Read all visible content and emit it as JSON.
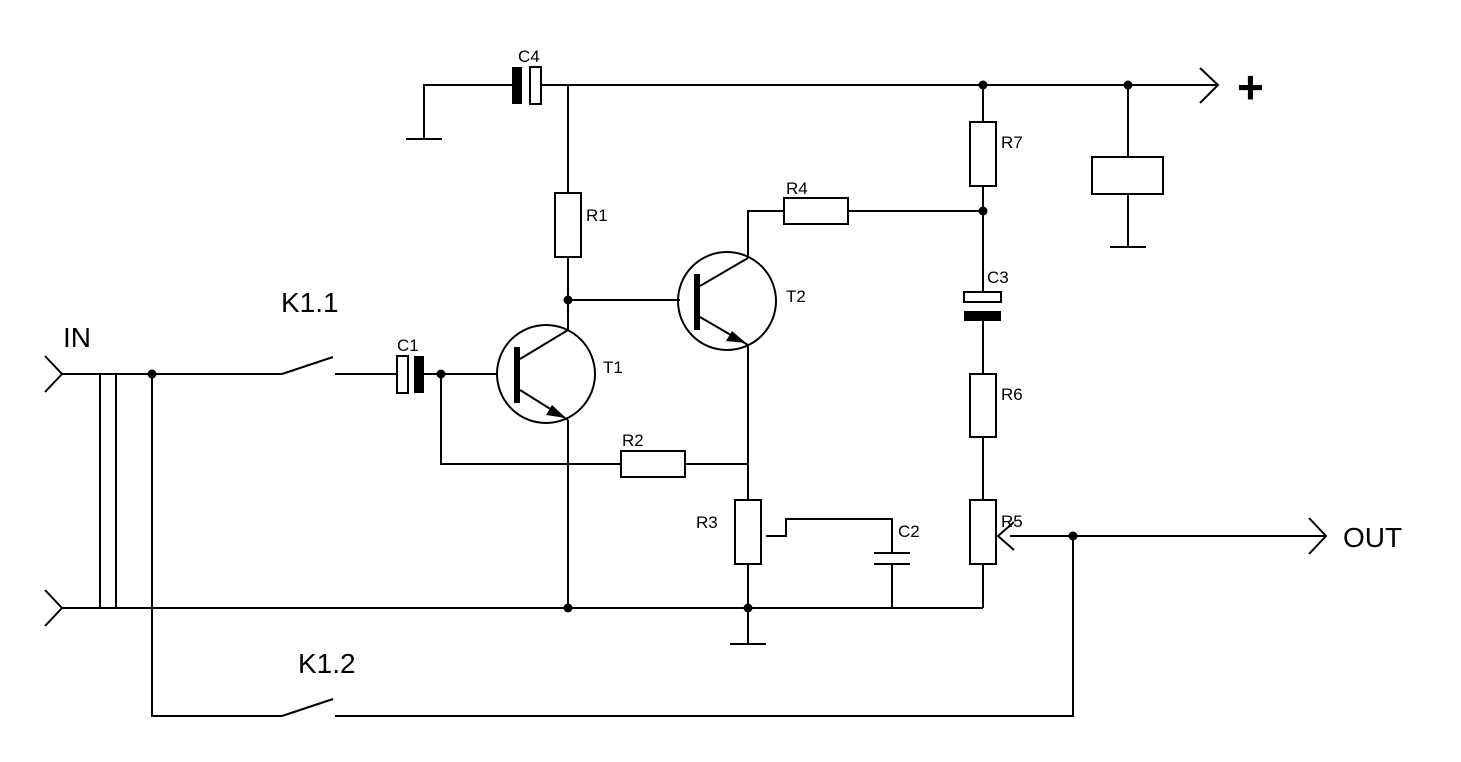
{
  "labels": {
    "input": "IN",
    "output": "OUT",
    "supply": "+",
    "switch_1": "K1.1",
    "switch_2": "K1.2",
    "C1": "C1",
    "C2": "C2",
    "C3": "C3",
    "C4": "C4",
    "R1": "R1",
    "R2": "R2",
    "R3": "R3",
    "R4": "R4",
    "R5": "R5",
    "R6": "R6",
    "R7": "R7",
    "T1": "T1",
    "T2": "T2"
  }
}
